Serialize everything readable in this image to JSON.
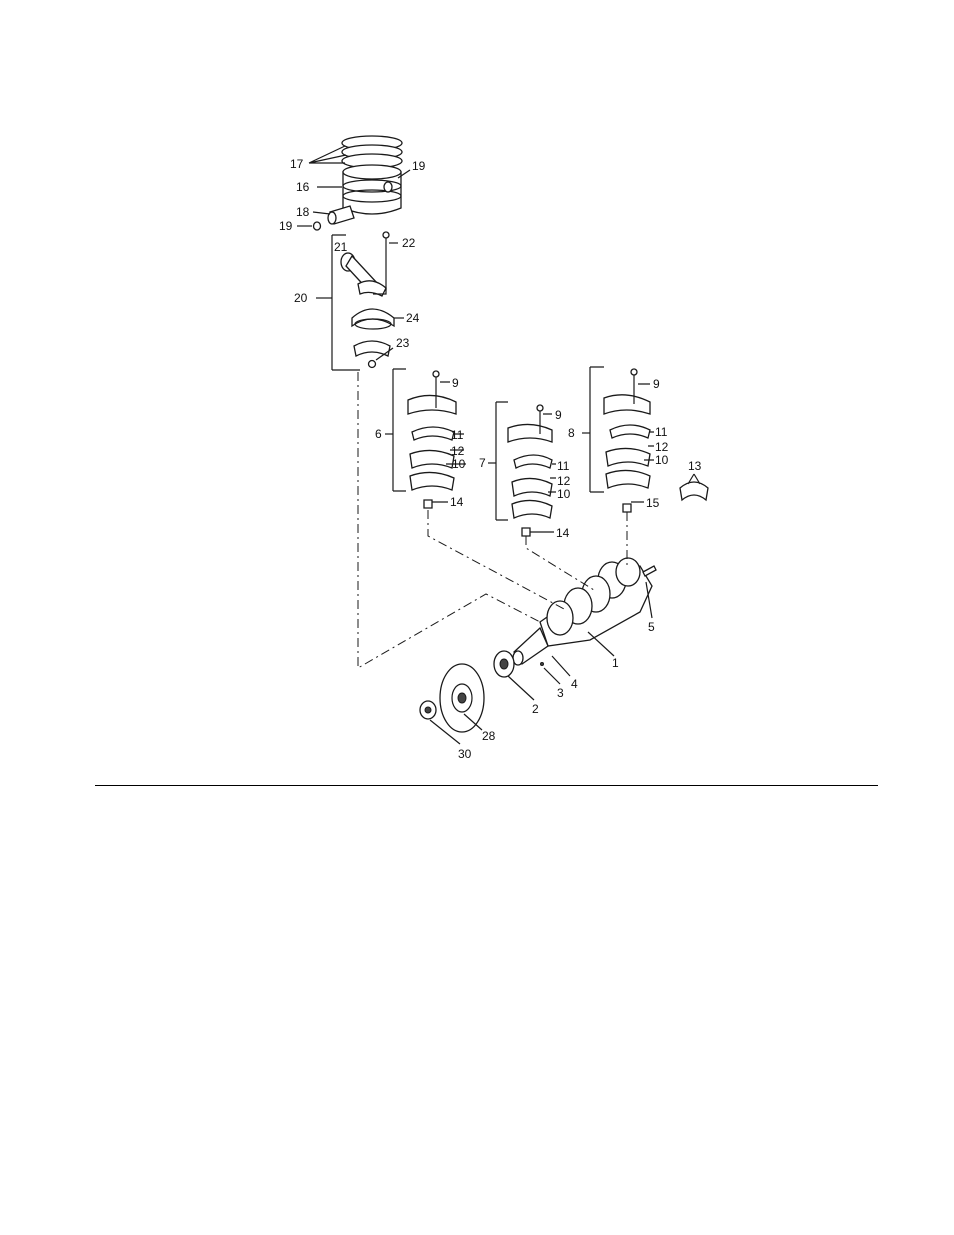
{
  "diagram": {
    "callouts": {
      "c1": "1",
      "c2": "2",
      "c3": "3",
      "c4": "4",
      "c5": "5",
      "c6": "6",
      "c7": "7",
      "c8": "8",
      "c9a": "9",
      "c9b": "9",
      "c9c": "9",
      "c10a": "10",
      "c10b": "10",
      "c10c": "10",
      "c11a": "11",
      "c11b": "11",
      "c11c": "11",
      "c12a": "12",
      "c12b": "12",
      "c12c": "12",
      "c13": "13",
      "c14a": "14",
      "c14b": "14",
      "c15": "15",
      "c16": "16",
      "c17": "17",
      "c18": "18",
      "c19a": "19",
      "c19b": "19",
      "c20": "20",
      "c21": "21",
      "c22": "22",
      "c23": "23",
      "c24": "24",
      "c28": "28",
      "c30": "30"
    }
  },
  "colors": {
    "ink": "#1a1a1a",
    "paper": "#ffffff"
  }
}
